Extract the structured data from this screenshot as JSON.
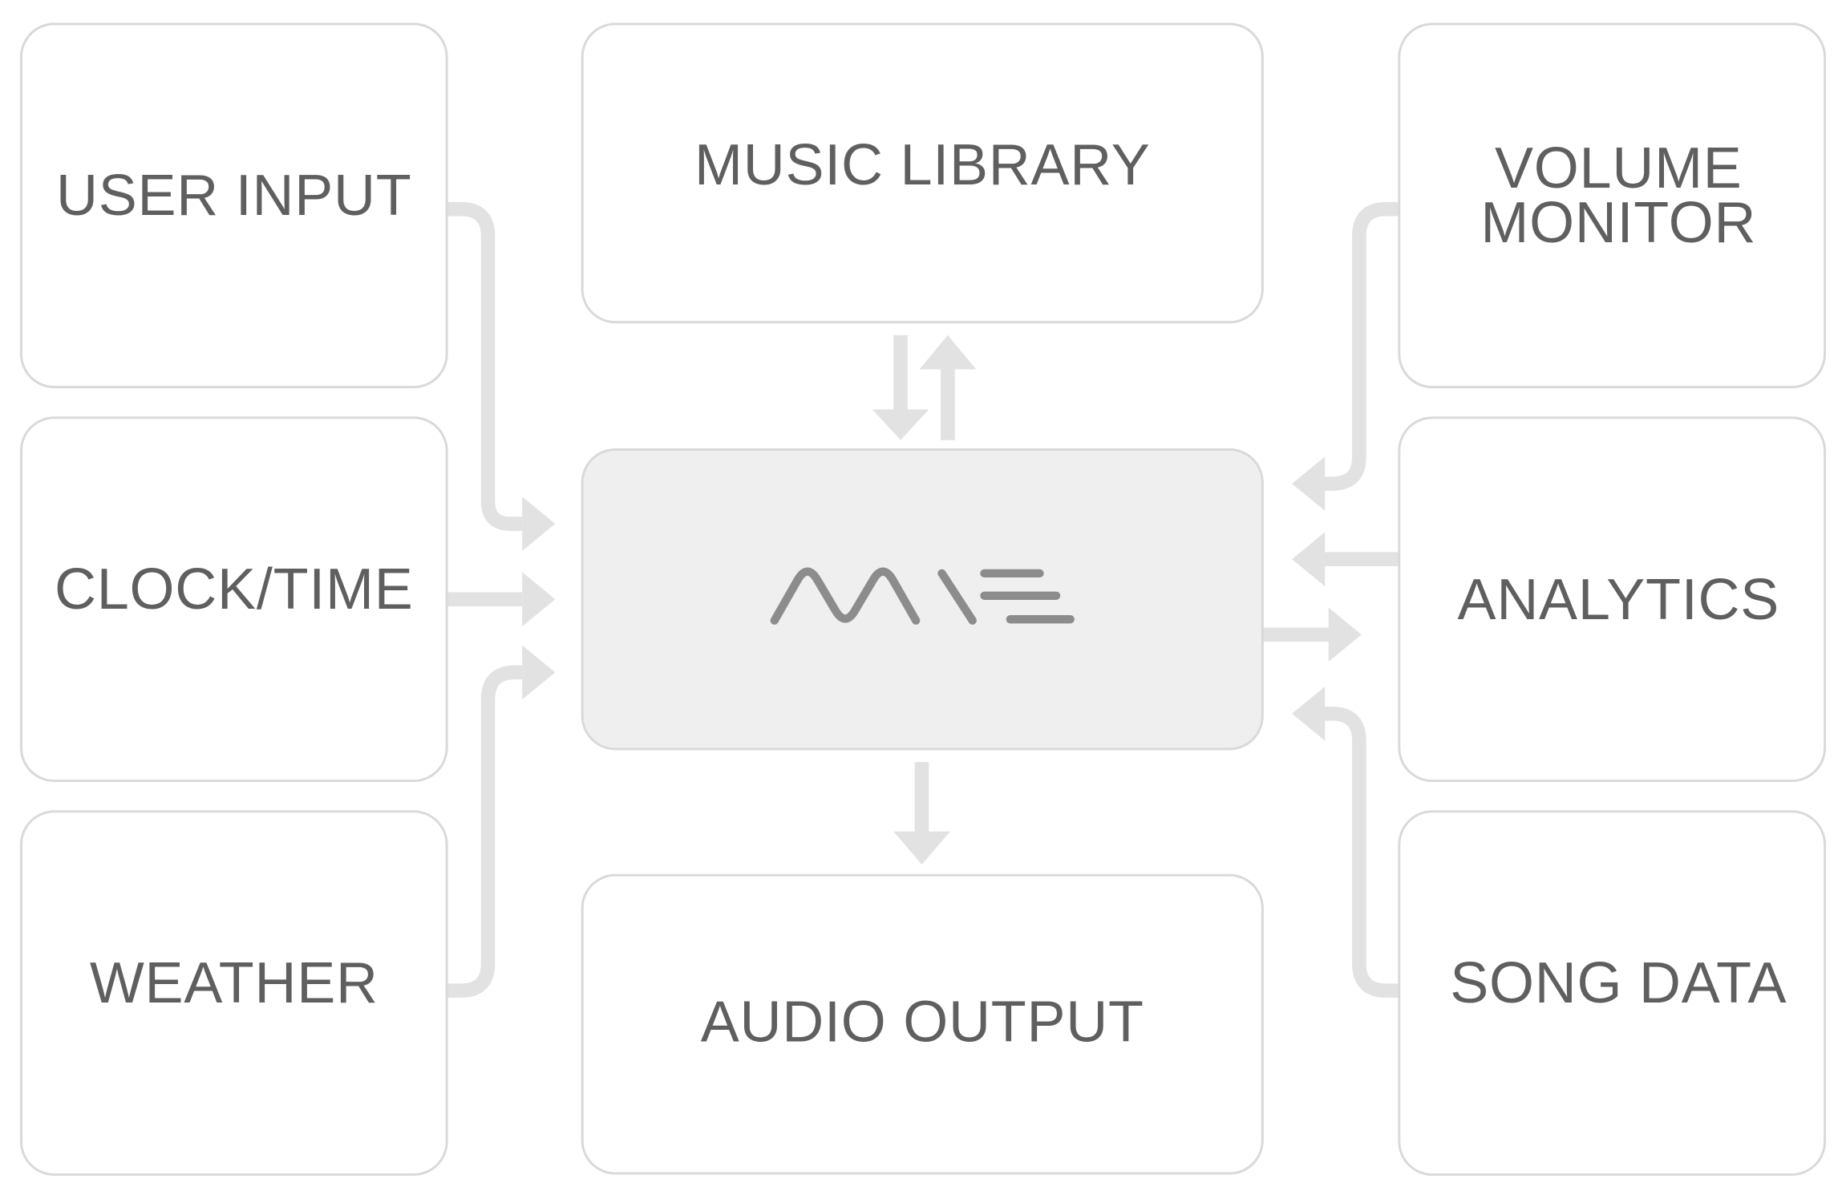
{
  "nodes": {
    "user_input": [
      "USER INPUT"
    ],
    "clock_time": [
      "CLOCK/TIME"
    ],
    "weather": [
      "WEATHER"
    ],
    "music_library": [
      "MUSIC LIBRARY"
    ],
    "audio_output": [
      "AUDIO OUTPUT"
    ],
    "volume_monitor": [
      "VOLUME",
      "MONITOR"
    ],
    "analytics": [
      "ANALYTICS"
    ],
    "song_data": [
      "SONG DATA"
    ]
  },
  "center": {
    "logo": "wave-logo-icon"
  },
  "colors": {
    "box_border": "#d9d9d9",
    "box_fill": "#ffffff",
    "center_fill": "#efefef",
    "arrow": "#e2e2e2",
    "logo": "#8c8c8c",
    "text": "#5f5f5f"
  }
}
